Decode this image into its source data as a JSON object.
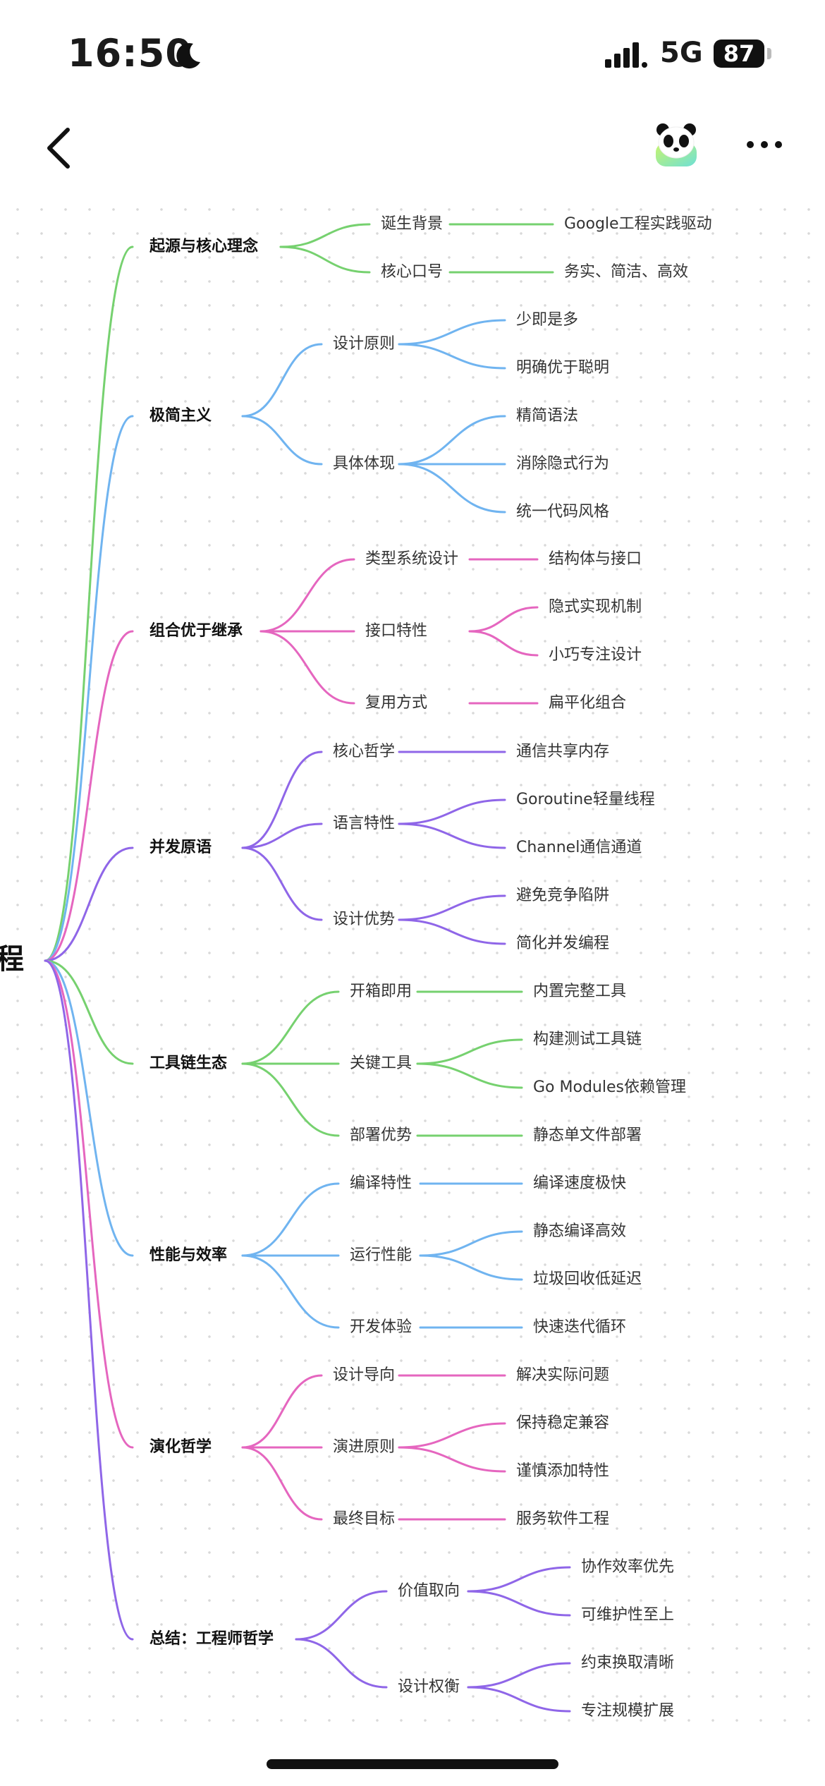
{
  "status_bar": {
    "time": "16:50",
    "network": "5G",
    "battery": "87"
  },
  "icons": {
    "back": "chevron-left-icon",
    "avatar": "panda-avatar-icon",
    "more": "more-dots-icon",
    "moon": "moon-icon",
    "signal": "signal-icon"
  },
  "colors": {
    "green": "#76d16f",
    "blue": "#70b4f0",
    "pink": "#e566bf",
    "purple": "#8f66e8"
  },
  "mindmap": {
    "root": "程",
    "branches": [
      {
        "label": "起源与核心理念",
        "color": "green",
        "children": [
          {
            "label": "诞生背景",
            "children": [
              "Google工程实践驱动"
            ]
          },
          {
            "label": "核心口号",
            "children": [
              "务实、简洁、高效"
            ]
          }
        ]
      },
      {
        "label": "极简主义",
        "color": "blue",
        "children": [
          {
            "label": "设计原则",
            "children": [
              "少即是多",
              "明确优于聪明"
            ]
          },
          {
            "label": "具体体现",
            "children": [
              "精简语法",
              "消除隐式行为",
              "统一代码风格"
            ]
          }
        ]
      },
      {
        "label": "组合优于继承",
        "color": "pink",
        "children": [
          {
            "label": "类型系统设计",
            "children": [
              "结构体与接口"
            ]
          },
          {
            "label": "接口特性",
            "children": [
              "隐式实现机制",
              "小巧专注设计"
            ]
          },
          {
            "label": "复用方式",
            "children": [
              "扁平化组合"
            ]
          }
        ]
      },
      {
        "label": "并发原语",
        "color": "purple",
        "children": [
          {
            "label": "核心哲学",
            "children": [
              "通信共享内存"
            ]
          },
          {
            "label": "语言特性",
            "children": [
              "Goroutine轻量线程",
              "Channel通信通道"
            ]
          },
          {
            "label": "设计优势",
            "children": [
              "避免竞争陷阱",
              "简化并发编程"
            ]
          }
        ]
      },
      {
        "label": "工具链生态",
        "color": "green",
        "children": [
          {
            "label": "开箱即用",
            "children": [
              "内置完整工具"
            ]
          },
          {
            "label": "关键工具",
            "children": [
              "构建测试工具链",
              "Go Modules依赖管理"
            ]
          },
          {
            "label": "部署优势",
            "children": [
              "静态单文件部署"
            ]
          }
        ]
      },
      {
        "label": "性能与效率",
        "color": "blue",
        "children": [
          {
            "label": "编译特性",
            "children": [
              "编译速度极快"
            ]
          },
          {
            "label": "运行性能",
            "children": [
              "静态编译高效",
              "垃圾回收低延迟"
            ]
          },
          {
            "label": "开发体验",
            "children": [
              "快速迭代循环"
            ]
          }
        ]
      },
      {
        "label": "演化哲学",
        "color": "pink",
        "children": [
          {
            "label": "设计导向",
            "children": [
              "解决实际问题"
            ]
          },
          {
            "label": "演进原则",
            "children": [
              "保持稳定兼容",
              "谨慎添加特性"
            ]
          },
          {
            "label": "最终目标",
            "children": [
              "服务软件工程"
            ]
          }
        ]
      },
      {
        "label": "总结：工程师哲学",
        "color": "purple",
        "children": [
          {
            "label": "价值取向",
            "children": [
              "协作效率优先",
              "可维护性至上"
            ]
          },
          {
            "label": "设计权衡",
            "children": [
              "约束换取清晰",
              "专注规模扩展"
            ]
          }
        ]
      }
    ]
  }
}
